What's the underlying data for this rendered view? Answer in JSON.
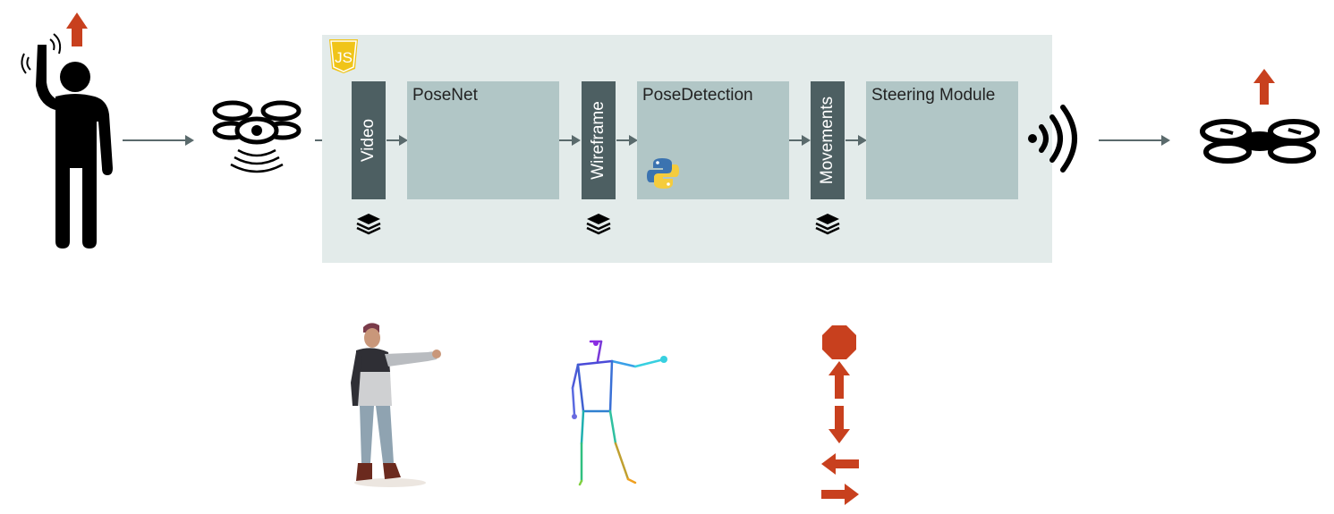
{
  "pipeline": {
    "video_label": "Video",
    "posenet_label": "PoseNet",
    "wireframe_label": "Wireframe",
    "posedetection_label": "PoseDetection",
    "movements_label": "Movements",
    "steering_label": "Steering Module",
    "js_badge": "JS"
  },
  "icons": [
    "person-raising-arm-icon",
    "drone-camera-icon",
    "js-logo-icon",
    "python-logo-icon",
    "layers-icon",
    "wireless-signal-icon",
    "drone-icon",
    "up-arrow-icon"
  ],
  "colors": {
    "panel": "#e3ebea",
    "dark_bar": "#4d5f62",
    "box": "#b1c6c6",
    "arrow_red": "#c8401e",
    "connector": "#5a6a6c",
    "js_yellow": "#f0c419"
  },
  "movement_icons": [
    "stop-sign-icon",
    "up-arrow-icon",
    "down-arrow-icon",
    "left-arrow-icon",
    "right-arrow-icon"
  ]
}
